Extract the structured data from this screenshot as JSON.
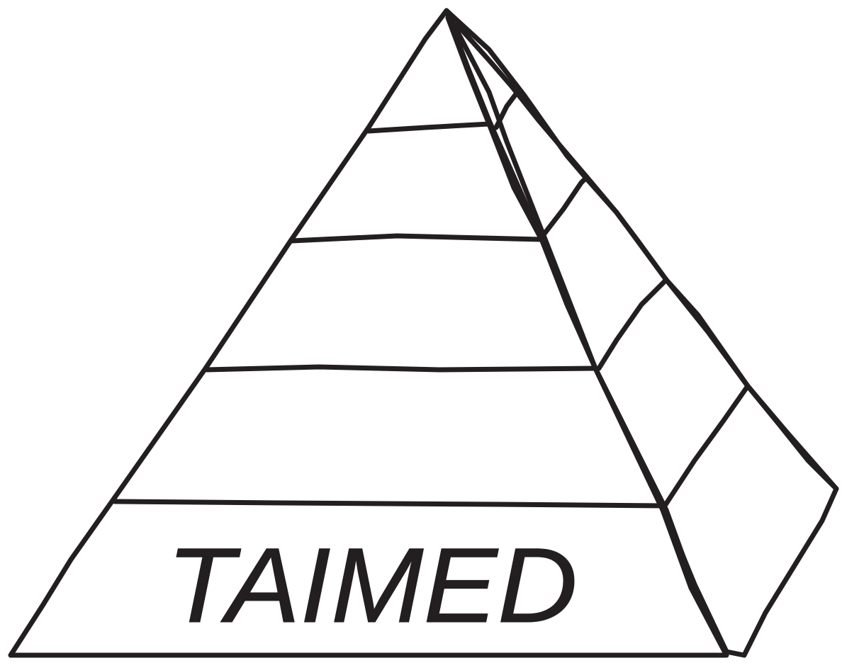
{
  "diagram": {
    "type": "pyramid",
    "tiers": [
      {
        "label": ""
      },
      {
        "label": ""
      },
      {
        "label": ""
      },
      {
        "label": ""
      },
      {
        "label": ""
      },
      {
        "label": "TAIMED"
      }
    ],
    "base_label": "TAIMED",
    "colors": {
      "stroke": "#231f20",
      "fill": "#ffffff"
    }
  }
}
